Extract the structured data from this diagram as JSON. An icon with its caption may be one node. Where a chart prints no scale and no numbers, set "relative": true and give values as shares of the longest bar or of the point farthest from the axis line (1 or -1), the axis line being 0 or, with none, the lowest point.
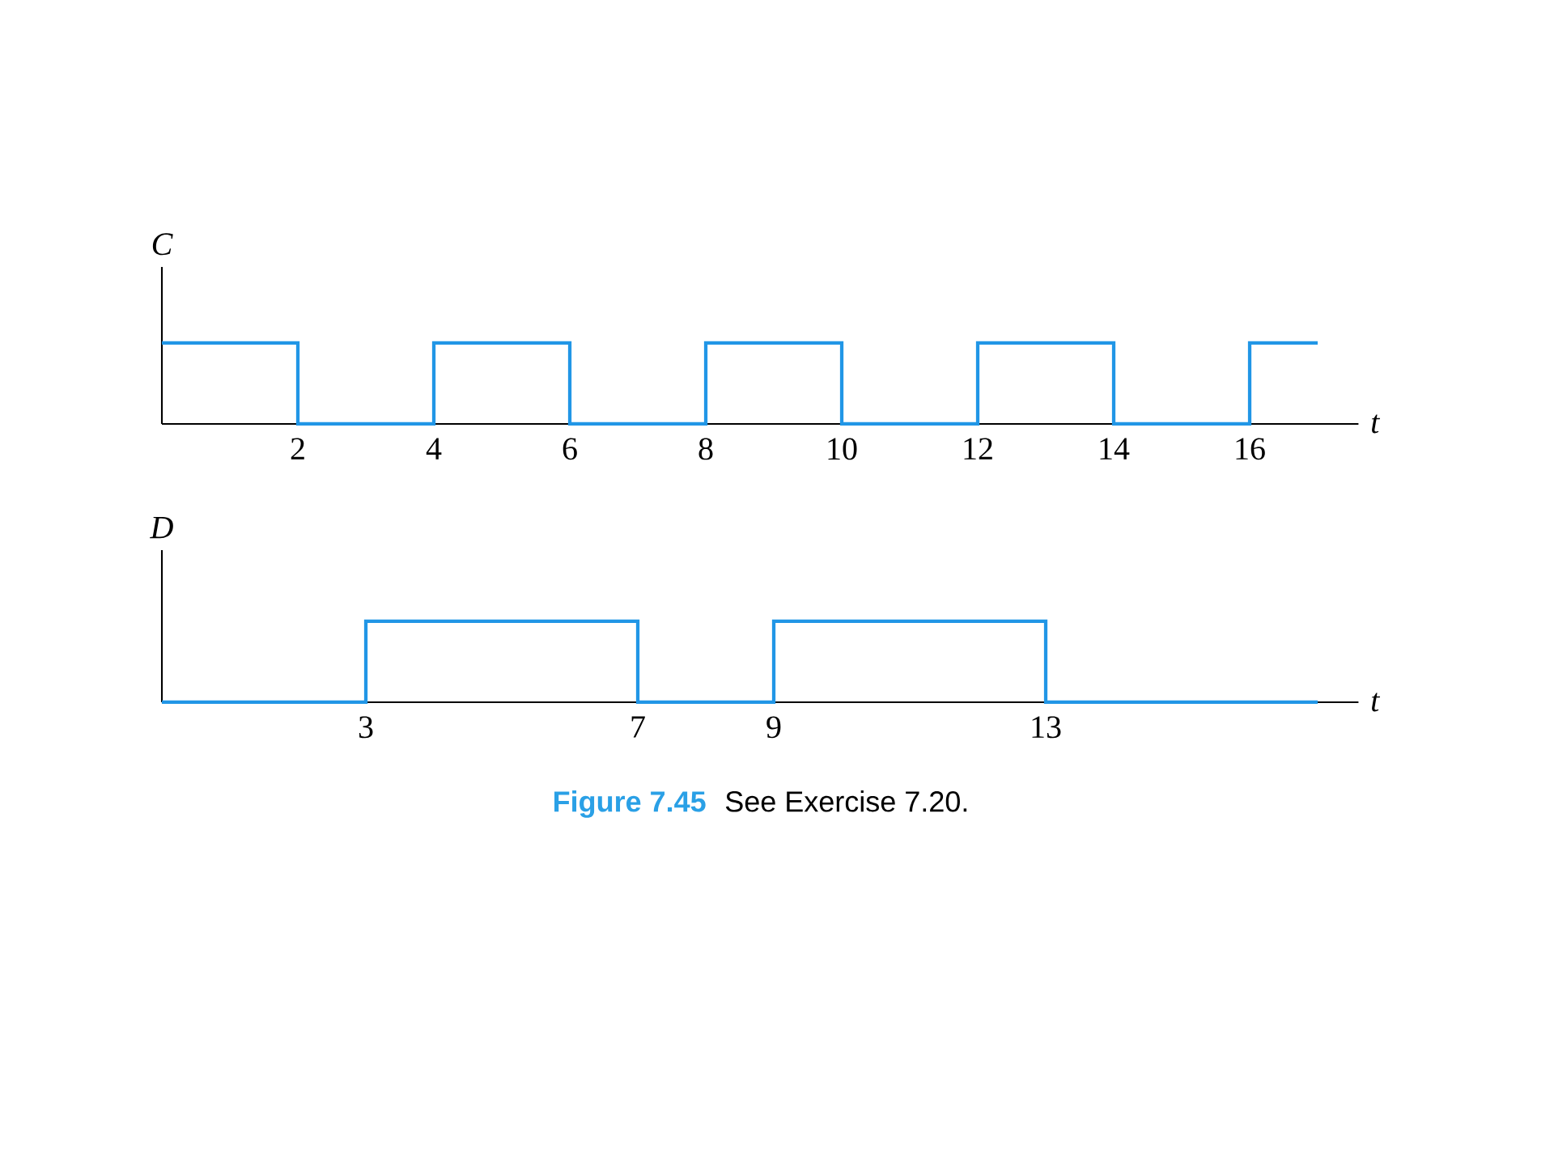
{
  "diagram": {
    "caption": "**Figure 7.45** See Exercise 7.20.",
    "chart_data": [
      {
        "type": "line",
        "relative": true,
        "xlabel": "t",
        "ylabel": "C",
        "x": [
          0,
          2,
          2,
          4,
          4,
          6,
          6,
          8,
          8,
          10,
          10,
          12,
          12,
          14,
          14,
          16,
          16,
          17
        ],
        "series": [
          {
            "color": "#2196e6",
            "values": [
              1,
              1,
              0,
              0,
              1,
              1,
              0,
              0,
              1,
              1,
              0,
              0,
              1,
              1,
              0,
              0,
              1,
              1
            ]
          }
        ],
        "xlim": [
          0,
          17.6
        ],
        "xticks": [
          2,
          4,
          6,
          8,
          10,
          12,
          14,
          16
        ]
      },
      {
        "type": "line",
        "relative": true,
        "xlabel": "t",
        "ylabel": "D",
        "x": [
          0,
          3,
          3,
          7,
          7,
          9,
          9,
          13,
          13,
          17
        ],
        "series": [
          {
            "color": "#2196e6",
            "values": [
              0,
              0,
              1,
              1,
              0,
              0,
              1,
              1,
              0,
              0
            ]
          }
        ],
        "xlim": [
          0,
          17.6
        ],
        "xticks": [
          3,
          7,
          9,
          13
        ]
      }
    ]
  }
}
